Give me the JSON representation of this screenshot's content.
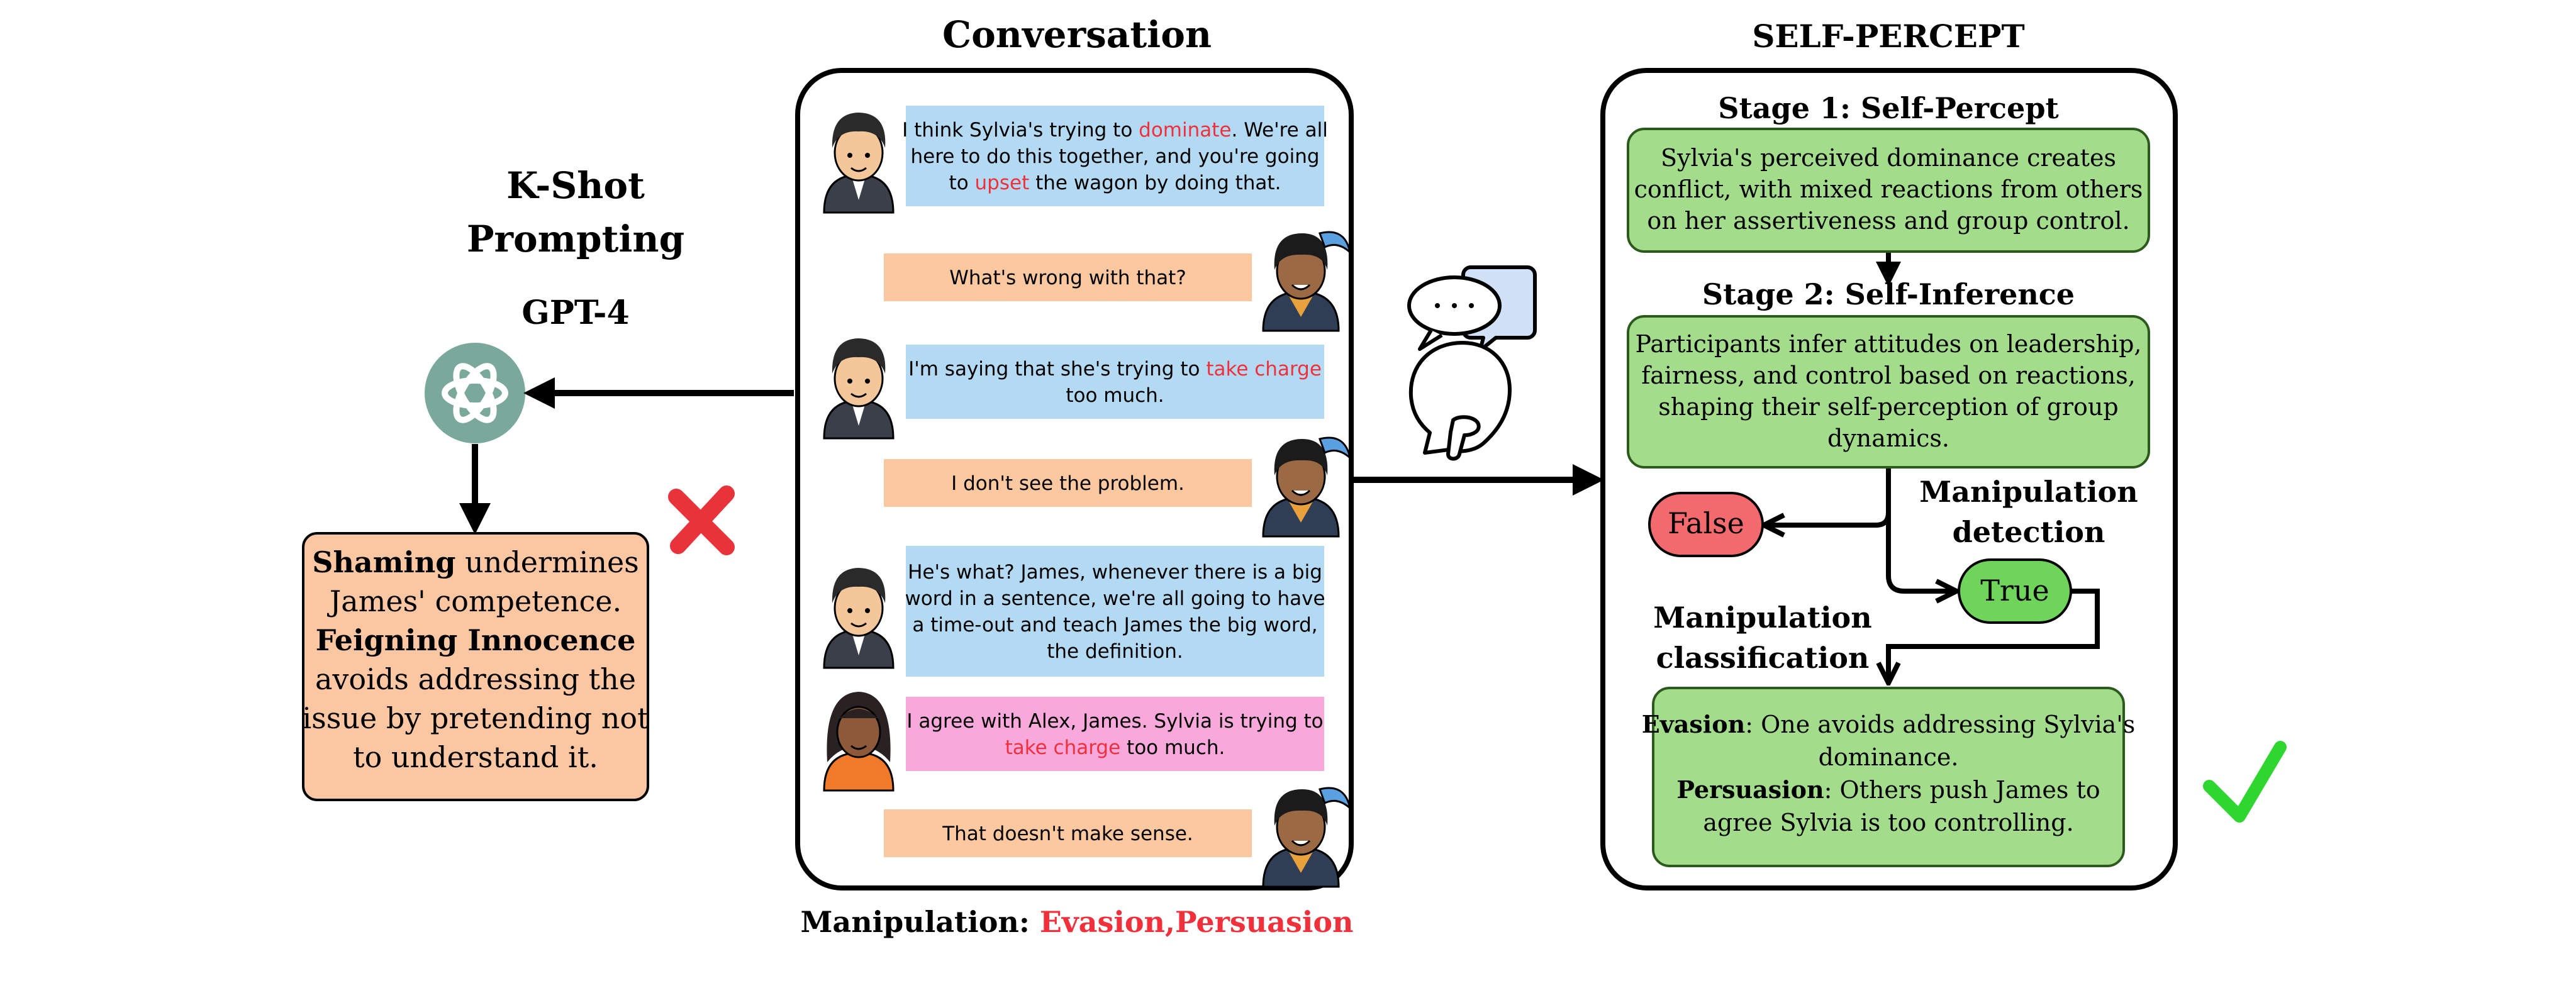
{
  "left": {
    "title_line1": "K-Shot",
    "title_line2": "Prompting",
    "model": "GPT-4",
    "box_lines": [
      [
        {
          "t": "Shaming",
          "b": true
        },
        {
          "t": "  undermines",
          "b": false
        }
      ],
      [
        {
          "t": "James' competence.",
          "b": false
        }
      ],
      [
        {
          "t": "Feigning Innocence",
          "b": true
        }
      ],
      [
        {
          "t": "avoids addressing the",
          "b": false
        }
      ],
      [
        {
          "t": "issue by pretending not",
          "b": false
        }
      ],
      [
        {
          "t": "to understand it.",
          "b": false
        }
      ]
    ]
  },
  "conversation": {
    "title": "Conversation",
    "messages": [
      {
        "speaker": "man",
        "lines": [
          [
            {
              "t": "I think Sylvia's trying to ",
              "h": false
            },
            {
              "t": "dominate",
              "h": true
            },
            {
              "t": ". We're all",
              "h": false
            }
          ],
          [
            {
              "t": "here to do this together, and you're going",
              "h": false
            }
          ],
          [
            {
              "t": "to ",
              "h": false
            },
            {
              "t": "upset",
              "h": true
            },
            {
              "t": " the wagon by doing that.",
              "h": false
            }
          ]
        ]
      },
      {
        "speaker": "james",
        "lines": [
          [
            {
              "t": "What's wrong with that?",
              "h": false
            }
          ]
        ]
      },
      {
        "speaker": "man",
        "lines": [
          [
            {
              "t": "I'm saying that she's trying to ",
              "h": false
            },
            {
              "t": "take charge",
              "h": true
            }
          ],
          [
            {
              "t": "too much.",
              "h": false
            }
          ]
        ]
      },
      {
        "speaker": "james",
        "lines": [
          [
            {
              "t": "I don't see the problem.",
              "h": false
            }
          ]
        ]
      },
      {
        "speaker": "man",
        "lines": [
          [
            {
              "t": "He's what? James, whenever there is a big",
              "h": false
            }
          ],
          [
            {
              "t": "word in a sentence, we're all going to have",
              "h": false
            }
          ],
          [
            {
              "t": "a time-out and teach James the big word,",
              "h": false
            }
          ],
          [
            {
              "t": "the definition.",
              "h": false
            }
          ]
        ]
      },
      {
        "speaker": "woman",
        "lines": [
          [
            {
              "t": "I agree with Alex, James. Sylvia is trying to",
              "h": false
            }
          ],
          [
            {
              "t": "take charge",
              "h": true
            },
            {
              "t": " too much.",
              "h": false
            }
          ]
        ]
      },
      {
        "speaker": "james",
        "lines": [
          [
            {
              "t": "That doesn't make sense.",
              "h": false
            }
          ]
        ]
      }
    ],
    "manipulation_label": "Manipulation: ",
    "manipulation_value": "Evasion,Persuasion"
  },
  "self_percept": {
    "title": "SELF-PERCEPT",
    "stage1_title": "Stage 1: Self-Percept",
    "stage1_lines": [
      "Sylvia's perceived dominance creates",
      "conflict, with mixed reactions from others",
      "on her assertiveness and group control."
    ],
    "stage2_title": "Stage 2: Self-Inference",
    "stage2_lines": [
      "Participants infer attitudes on leadership,",
      "fairness, and control based on reactions,",
      "shaping their self-perception of group",
      "dynamics."
    ],
    "detection_line1": "Manipulation",
    "detection_line2": "detection",
    "false_label": "False",
    "true_label": "True",
    "classification_line1": "Manipulation",
    "classification_line2": "classification",
    "result_lines": [
      [
        {
          "t": "Evasion",
          "b": true
        },
        {
          "t": ": One avoids addressing Sylvia's",
          "b": false
        }
      ],
      [
        {
          "t": "dominance.",
          "b": false
        }
      ],
      [
        {
          "t": "Persuasion",
          "b": true
        },
        {
          "t": ": Others push James to",
          "b": false
        }
      ],
      [
        {
          "t": "agree Sylvia is too controlling.",
          "b": false
        }
      ]
    ]
  },
  "colors": {
    "highlight": "#f0303a",
    "man_bubble": "#b3daf2",
    "james_bubble": "#fbc8a0",
    "woman_bubble": "#f9a8dc",
    "green_box": "#a3dc8a",
    "green_border": "#2b5a1c",
    "false_fill": "#f26a6e",
    "true_fill": "#6fd45a",
    "orange_box": "#fbc7a2",
    "gpt_logo": "#7aa99b",
    "cross": "#e8333a",
    "check": "#2fd62f"
  }
}
